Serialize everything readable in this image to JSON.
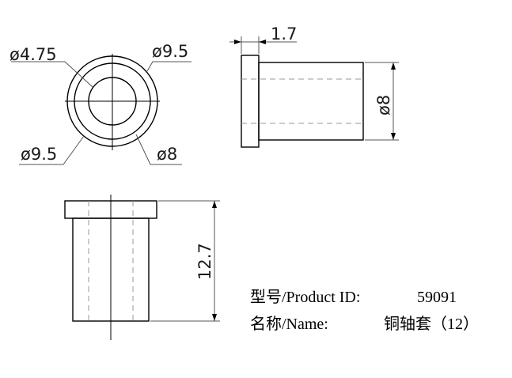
{
  "dimensions": {
    "d_inner": "ø4.75",
    "d_outer_top": "ø9.5",
    "d_outer_left": "ø9.5",
    "d_body": "ø8",
    "flange_thickness": "1.7",
    "body_diameter_side": "ø8",
    "total_length": "12.7"
  },
  "info": {
    "model_label": "型号/Product ID:",
    "model_value": "59091",
    "name_label": "名称/Name:",
    "name_value": "铜轴套（12）"
  }
}
